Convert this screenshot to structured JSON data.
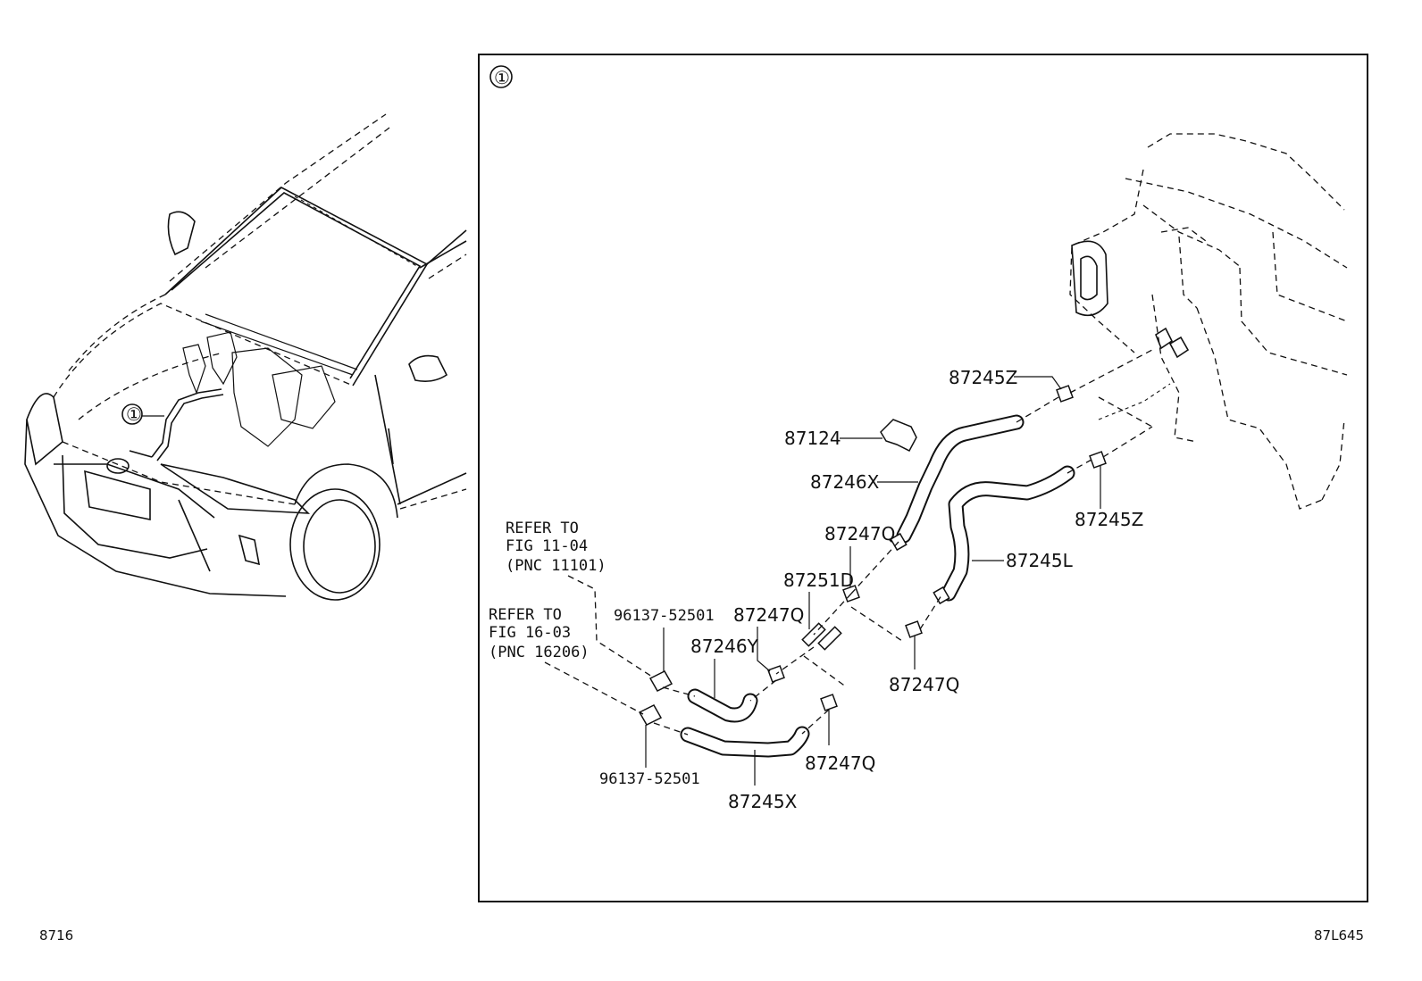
{
  "callout_symbol": "①",
  "car_callout": "①",
  "labels": {
    "p87245Z_top": "87245Z",
    "p87124": "87124",
    "p87246X": "87246X",
    "p87245Z_right": "87245Z",
    "p87247Q_a": "87247Q",
    "p87245L": "87245L",
    "p87251D": "87251D",
    "p87247Q_b": "87247Q",
    "p87247Q_c": "87247Q",
    "p87246Y": "87246Y",
    "p96137_top": "96137-52501",
    "p87247Q_d": "87247Q",
    "p96137_bottom": "96137-52501",
    "p87245X": "87245X"
  },
  "refer_1": {
    "line1": "REFER TO",
    "line2": "FIG 11-04",
    "line3": "(PNC 11101)"
  },
  "refer_2": {
    "line1": "REFER TO",
    "line2": "FIG 16-03",
    "line3": "(PNC 16206)"
  },
  "footer": {
    "left_code": "8716",
    "right_code": "87L645"
  }
}
